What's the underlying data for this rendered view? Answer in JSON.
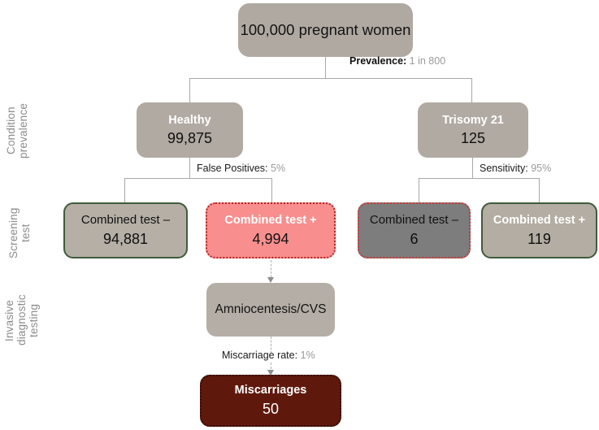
{
  "stages": [
    {
      "id": "condition-prevalence",
      "label": "Condition\nprevalence"
    },
    {
      "id": "screening-test",
      "label": "Screening\ntest"
    },
    {
      "id": "invasive-testing",
      "label": "Invasive\ndiagnostic\ntesting"
    }
  ],
  "nodes": {
    "cohort": {
      "title": "100,000 pregnant women"
    },
    "healthy": {
      "title": "Healthy",
      "value": "99,875"
    },
    "trisomy21": {
      "title": "Trisomy 21",
      "value": "125"
    },
    "fp_negative": {
      "title": "Combined test –",
      "value": "94,881"
    },
    "fp_positive": {
      "title": "Combined test +",
      "value": "4,994"
    },
    "t21_negative": {
      "title": "Combined test –",
      "value": "6"
    },
    "t21_positive": {
      "title": "Combined test +",
      "value": "119"
    },
    "amnio": {
      "title": "Amniocentesis/CVS"
    },
    "miscarriages": {
      "title": "Miscarriages",
      "value": "50"
    }
  },
  "edges": [
    {
      "id": "prevalence",
      "key": "Prevalence:",
      "value": "1 in 800"
    },
    {
      "id": "false-positives",
      "key": "False Positives:",
      "value": "5%"
    },
    {
      "id": "sensitivity",
      "key": "Sensitivity:",
      "value": "95%"
    },
    {
      "id": "miscarriage-rate",
      "key": "Miscarriage rate:",
      "value": "1%"
    }
  ],
  "colors": {
    "background": "#ffffff",
    "node_gray": "#b1aaa3",
    "node_gray_light": "#b5afa6",
    "node_pink": "#f98e8e",
    "node_dark_gray": "#7d7d7d",
    "node_maroon": "#5f190c",
    "border_green": "#3f5c3a",
    "border_red_dotted": "#cf3434",
    "border_darkred_dotted": "#b32222",
    "connector_line": "#a8a8a8",
    "caption_key": "#111111",
    "caption_value": "#9a9a9a",
    "stage_label": "#8b8b8b"
  }
}
